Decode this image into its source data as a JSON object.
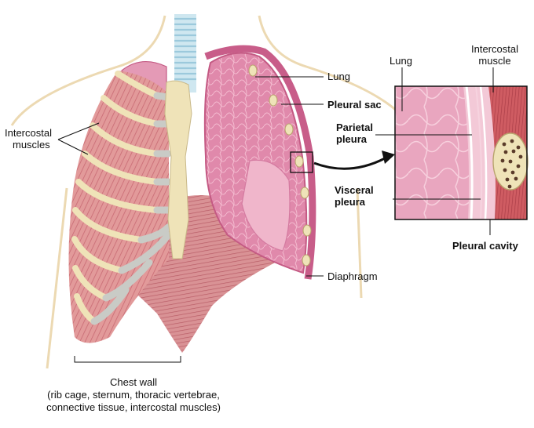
{
  "labels": {
    "lung": "Lung",
    "pleural_sac": "Pleural sac",
    "intercostal_muscles_l1": "Intercostal",
    "intercostal_muscles_l2": "muscles",
    "diaphragm": "Diaphragm",
    "chest_wall_title": "Chest wall",
    "chest_wall_line1": "(rib cage, sternum, thoracic vertebrae,",
    "chest_wall_line2": "connective tissue, intercostal muscles)"
  },
  "inset": {
    "lung": "Lung",
    "intercostal_muscle_l1": "Intercostal",
    "intercostal_muscle_l2": "muscle",
    "parietal_pleura_l1": "Parietal",
    "parietal_pleura_l2": "pleura",
    "visceral_pleura_l1": "Visceral",
    "visceral_pleura_l2": "pleura",
    "pleural_cavity": "Pleural cavity"
  },
  "colors": {
    "lung_pink": "#d9739a",
    "lung_light": "#eeb0c7",
    "muscle_red": "#c9595f",
    "rib_bone": "#efe3b8",
    "cartilage_gray": "#c9cbc6",
    "trachea_blue": "#a9d3e4",
    "body_outline": "#ecd9b2"
  }
}
